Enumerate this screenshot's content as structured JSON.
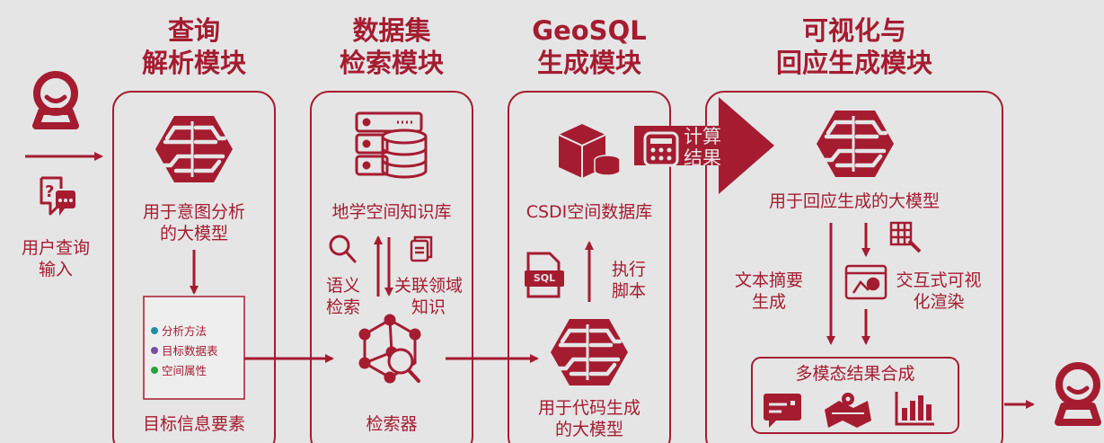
{
  "colors": {
    "accent": "#a51c30",
    "background": "#e5e5e6",
    "bullet_teal": "#1f8fa0",
    "bullet_purple": "#7a4ea0",
    "bullet_green": "#2aa23a"
  },
  "headings": {
    "module1_l1": "查询",
    "module1_l2": "解析模块",
    "module2_l1": "数据集",
    "module2_l2": "检索模块",
    "module3_l1": "GeoSQL",
    "module3_l2": "生成模块",
    "module4_l1": "可视化与",
    "module4_l2": "回应生成模块"
  },
  "input": {
    "l1": "用户查询",
    "l2": "输入"
  },
  "module1": {
    "llm_l1": "用于意图分析",
    "llm_l2": "的大模型",
    "bullets": [
      "分析方法",
      "目标数据表",
      "空间属性"
    ],
    "footer": "目标信息要素"
  },
  "module2": {
    "kb": "地学空间知识库",
    "semantic_l1": "语义",
    "semantic_l2": "检索",
    "related_l1": "关联领域",
    "related_l2": "知识",
    "footer": "检索器"
  },
  "module3": {
    "db": "CSDI空间数据库",
    "sql_icon": "SQL",
    "exec_l1": "执行",
    "exec_l2": "脚本",
    "llm_l1": "用于代码生成",
    "llm_l2": "的大模型"
  },
  "arrow_label": {
    "l1": "计算",
    "l2": "结果"
  },
  "module4": {
    "llm": "用于回应生成的大模型",
    "summary_l1": "文本摘要",
    "summary_l2": "生成",
    "vis_l1": "交互式可视",
    "vis_l2": "化渲染",
    "synth": "多模态结果合成"
  },
  "icons": [
    "user-icon",
    "query-icon",
    "brain-icon",
    "server-database-icon",
    "search-icon",
    "documents-icon",
    "retriever-icon",
    "database-cube-icon",
    "sql-file-icon",
    "calculator-icon",
    "chart-table-icon",
    "map-browser-icon",
    "message-icon",
    "map-icon",
    "bar-chart-icon"
  ]
}
